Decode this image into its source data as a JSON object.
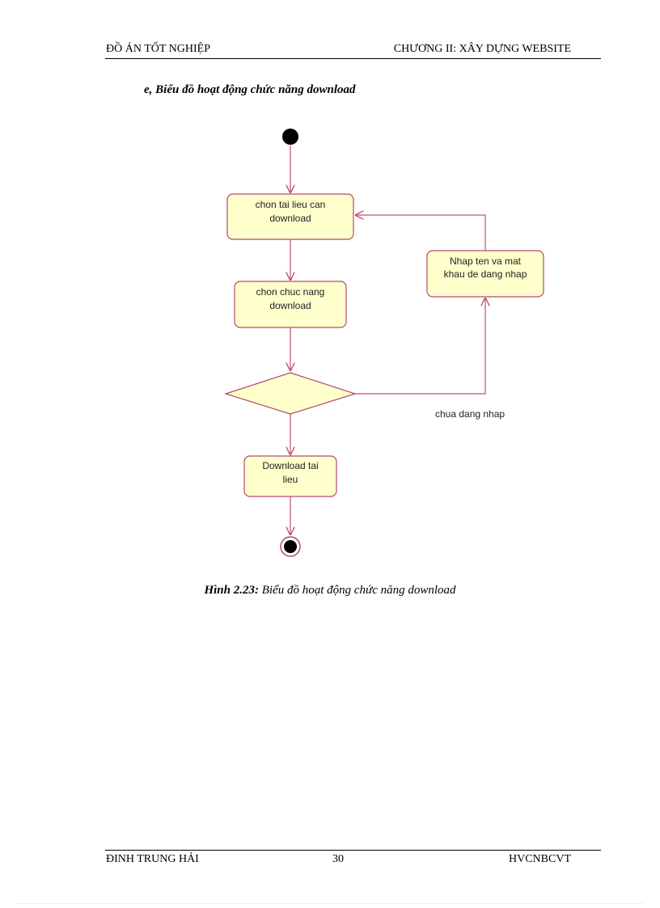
{
  "header": {
    "left": "ĐỒ ÁN TỐT NGHIỆP",
    "right": "CHƯƠNG II: XÂY DỰNG WEBSITE"
  },
  "section_title": "e,   Biểu đồ hoạt động chức năng download",
  "diagram": {
    "activities": {
      "choose_document": [
        "chon tai lieu can",
        "download"
      ],
      "choose_function": [
        "chon chuc nang",
        "download"
      ],
      "login": [
        "Nhap ten va mat",
        "khau de dang nhap"
      ],
      "download": [
        "Download tai",
        "lieu"
      ]
    },
    "guard_label": "chua dang nhap",
    "colors": {
      "node_fill": "#ffffcc",
      "node_stroke": "#b24a6e",
      "edge": "#c0506e"
    }
  },
  "caption": {
    "label": "Hình  2.23:",
    "text": " Biểu đồ hoạt động chức năng download"
  },
  "footer": {
    "left": "ĐINH TRUNG HẢI",
    "page_number": "30",
    "right": "HVCNBCVT"
  }
}
